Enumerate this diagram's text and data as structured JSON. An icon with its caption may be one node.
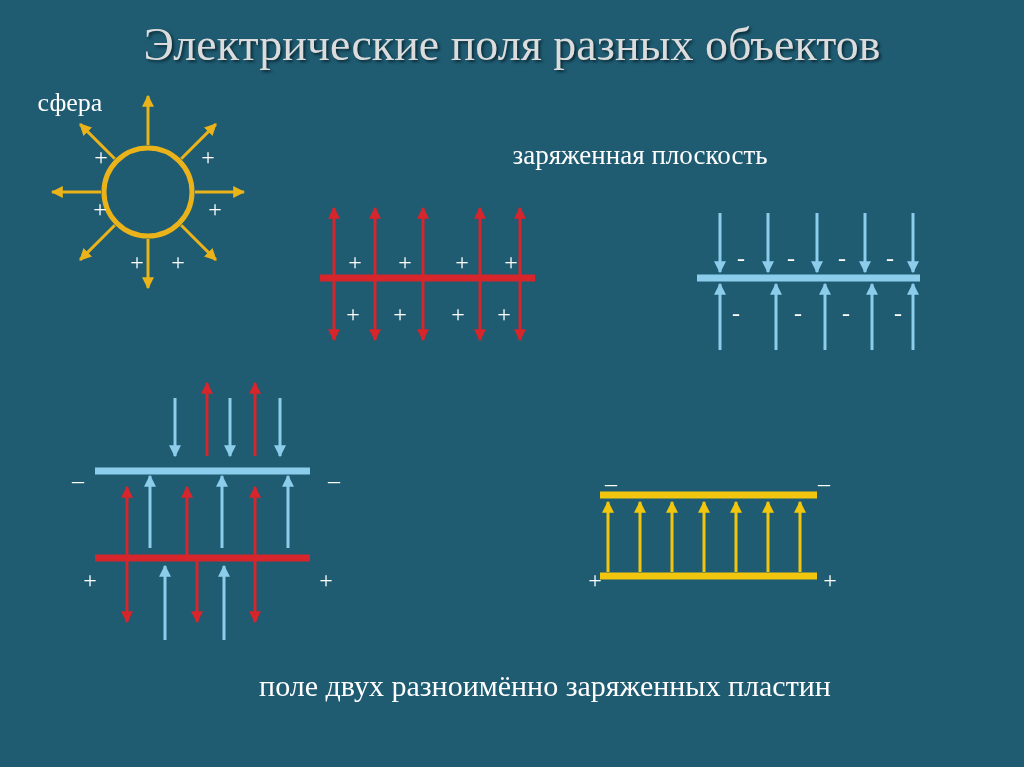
{
  "diagram": {
    "title": "Электрические поля разных объектов",
    "labels": [
      "сфера",
      "+",
      "+",
      "+",
      "+",
      "+",
      "+",
      "заряженная плоскость",
      "+",
      "+",
      "+",
      "+",
      "+",
      "+",
      "+",
      "+",
      "-",
      "-",
      "-",
      "-",
      "-",
      "-",
      "-",
      "-",
      "–",
      "–",
      "+",
      "+",
      "–",
      "–",
      "+",
      "+",
      "поле двух разноимённо заряженных пластин"
    ]
  }
}
